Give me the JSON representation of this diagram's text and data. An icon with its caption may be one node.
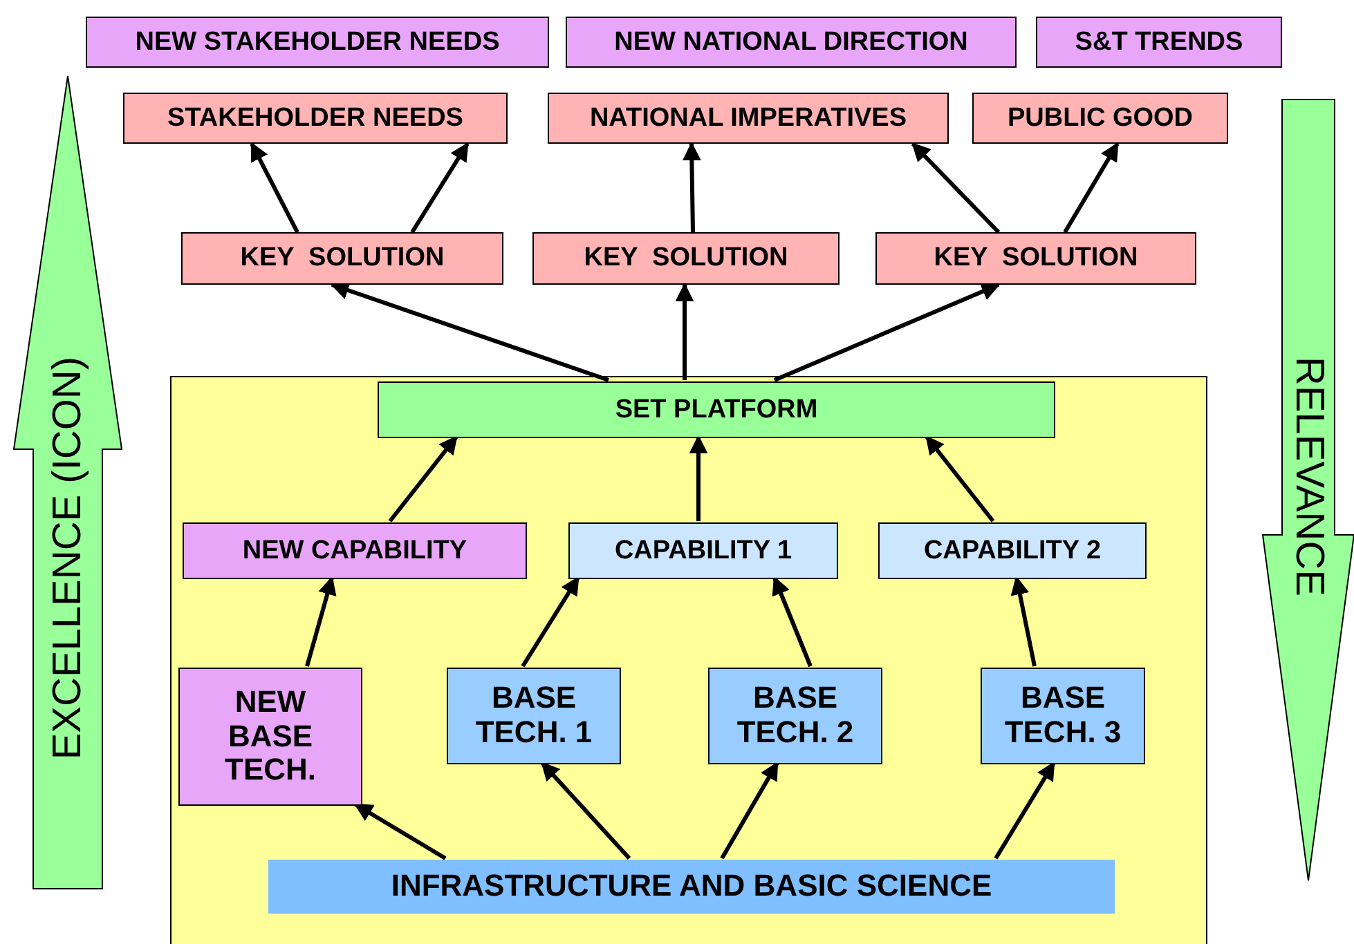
{
  "diagram": {
    "nodes": [
      {
        "text": [
          "NEW STAKEHOLDER NEEDS"
        ]
      },
      {
        "text": [
          "NEW NATIONAL DIRECTION"
        ]
      },
      {
        "text": [
          "S&T TRENDS"
        ]
      },
      {
        "text": [
          "STAKEHOLDER NEEDS"
        ]
      },
      {
        "text": [
          "NATIONAL IMPERATIVES"
        ]
      },
      {
        "text": [
          "PUBLIC GOOD"
        ]
      },
      {
        "text": [
          "EXCELLENCE (ICON)"
        ]
      },
      {
        "text": [
          "RELEVANCE"
        ]
      },
      {
        "text": [
          "KEY  SOLUTION"
        ]
      },
      {
        "text": [
          "KEY  SOLUTION"
        ]
      },
      {
        "text": [
          "KEY  SOLUTION"
        ]
      },
      {
        "text": [],
        "shape": "box"
      },
      {
        "text": [
          "SET PLATFORM"
        ],
        "in": 11
      },
      {
        "text": [
          "NEW CAPABILITY"
        ],
        "in": 11
      },
      {
        "text": [
          "CAPABILITY 1"
        ],
        "in": 11
      },
      {
        "text": [
          "CAPABILITY 2"
        ],
        "in": 11
      },
      {
        "text": [
          "NEW BASE TECH."
        ],
        "in": 11
      },
      {
        "text": [
          "BASE TECH. 1"
        ],
        "in": 11
      },
      {
        "text": [
          "BASE TECH. 2"
        ],
        "in": 11
      },
      {
        "text": [
          "BASE TECH. 3"
        ],
        "in": 11
      },
      {
        "text": [
          "INFRASTRUCTURE AND BASIC SCIENCE"
        ],
        "in": 11
      }
    ],
    "edges": [
      {
        "from": 8,
        "to": 3,
        "arrow": "to"
      },
      {
        "from": 8,
        "to": 3,
        "arrow": "to"
      },
      {
        "from": 9,
        "to": 4,
        "arrow": "to"
      },
      {
        "from": 10,
        "to": 4,
        "arrow": "to"
      },
      {
        "from": 10,
        "to": 5,
        "arrow": "to"
      },
      {
        "from": 12,
        "to": 8,
        "arrow": "to"
      },
      {
        "from": 12,
        "to": 9,
        "arrow": "to"
      },
      {
        "from": 12,
        "to": 10,
        "arrow": "to"
      },
      {
        "from": 13,
        "to": 12,
        "arrow": "to"
      },
      {
        "from": 14,
        "to": 12,
        "arrow": "to"
      },
      {
        "from": 15,
        "to": 12,
        "arrow": "to"
      },
      {
        "from": 16,
        "to": 13,
        "arrow": "to"
      },
      {
        "from": 17,
        "to": 14,
        "arrow": "to"
      },
      {
        "from": 18,
        "to": 14,
        "arrow": "to"
      },
      {
        "from": 19,
        "to": 15,
        "arrow": "to"
      },
      {
        "from": 20,
        "to": 16,
        "arrow": "to"
      },
      {
        "from": 20,
        "to": 17,
        "arrow": "to"
      },
      {
        "from": 20,
        "to": 18,
        "arrow": "to"
      },
      {
        "from": 20,
        "to": 19,
        "arrow": "to"
      }
    ]
  }
}
